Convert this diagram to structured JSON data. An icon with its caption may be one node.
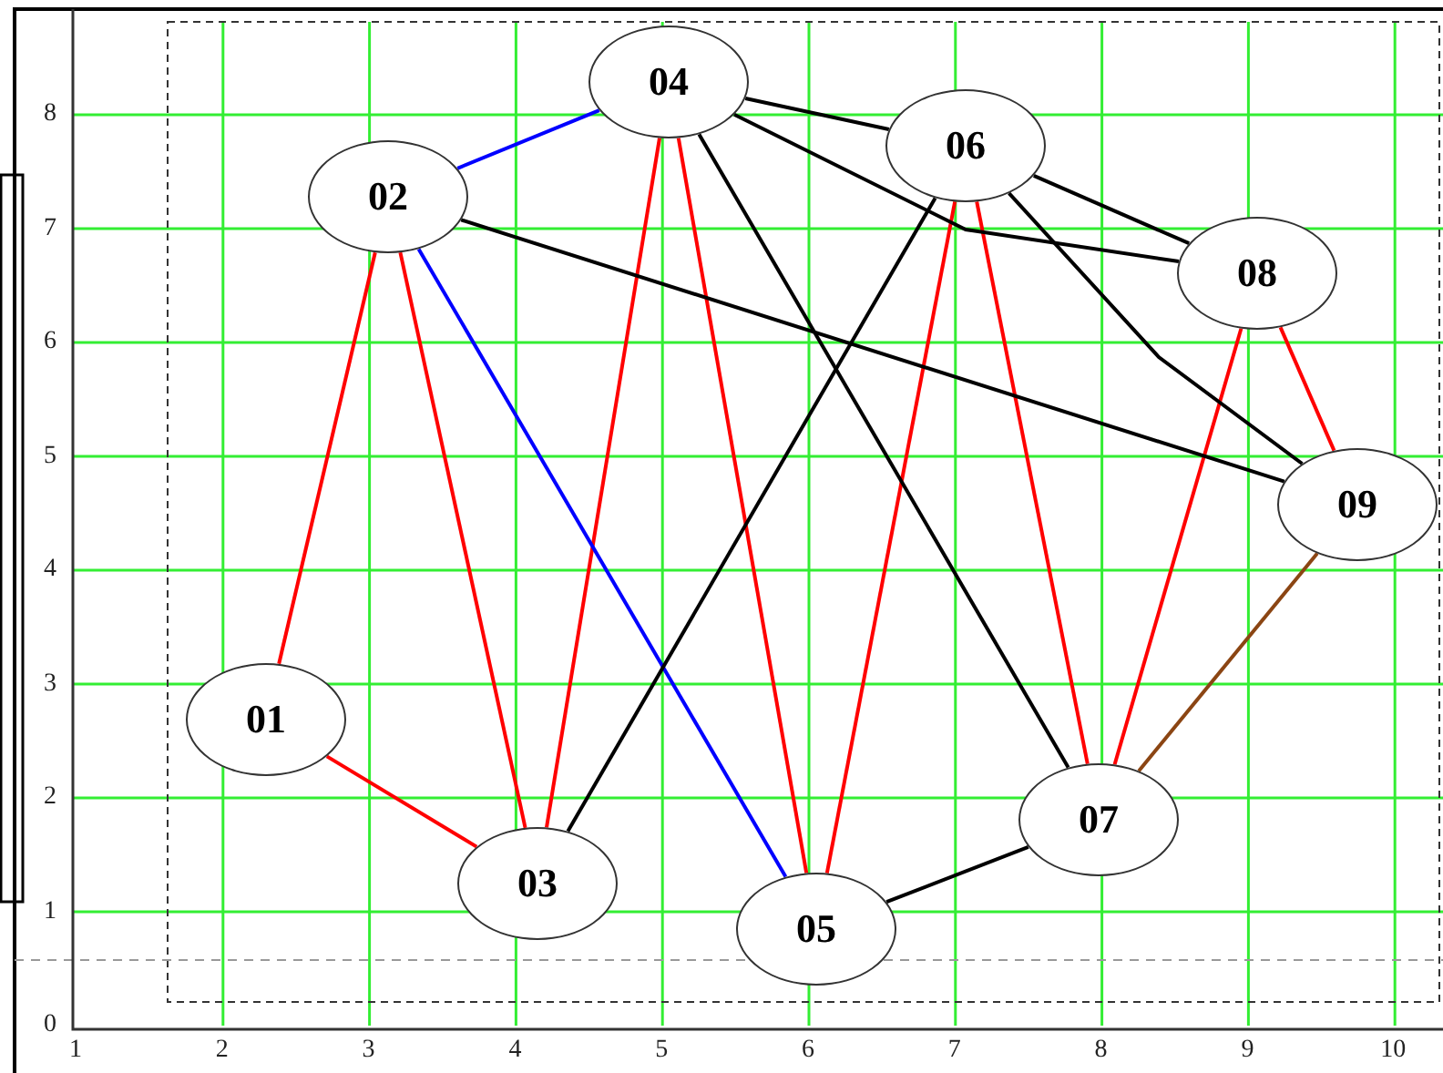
{
  "diagram": {
    "nodes": [
      {
        "text": [
          "01"
        ]
      },
      {
        "text": [
          "02"
        ]
      },
      {
        "text": [
          "03"
        ]
      },
      {
        "text": [
          "04"
        ]
      },
      {
        "text": [
          "05"
        ]
      },
      {
        "text": [
          "06"
        ]
      },
      {
        "text": [
          "07"
        ]
      },
      {
        "text": [
          "08"
        ]
      },
      {
        "text": [
          "09"
        ]
      }
    ],
    "edges": [
      {
        "from": 0,
        "to": 1,
        "arrow": "none"
      },
      {
        "from": 0,
        "to": 2,
        "arrow": "none"
      },
      {
        "from": 1,
        "to": 2,
        "arrow": "none"
      },
      {
        "from": 2,
        "to": 3,
        "arrow": "none"
      },
      {
        "from": 3,
        "to": 4,
        "arrow": "none"
      },
      {
        "from": 4,
        "to": 5,
        "arrow": "none"
      },
      {
        "from": 5,
        "to": 6,
        "arrow": "none"
      },
      {
        "from": 6,
        "to": 7,
        "arrow": "none"
      },
      {
        "from": 7,
        "to": 8,
        "arrow": "none"
      },
      {
        "from": 1,
        "to": 3,
        "arrow": "none",
        "color": "#0000ff"
      },
      {
        "from": 1,
        "to": 4,
        "arrow": "none",
        "color": "#0000ff"
      },
      {
        "from": 1,
        "to": 8,
        "arrow": "none",
        "color": "#000000"
      },
      {
        "from": 3,
        "to": 5,
        "arrow": "none",
        "color": "#000000"
      },
      {
        "from": 3,
        "to": 7,
        "arrow": "none",
        "color": "#000000"
      },
      {
        "from": 3,
        "to": 6,
        "arrow": "none",
        "color": "#000000"
      },
      {
        "from": 2,
        "to": 5,
        "arrow": "none",
        "color": "#000000"
      },
      {
        "from": 5,
        "to": 7,
        "arrow": "none",
        "color": "#000000"
      },
      {
        "from": 5,
        "to": 8,
        "arrow": "none",
        "color": "#000000"
      },
      {
        "from": 4,
        "to": 6,
        "arrow": "none",
        "color": "#000000"
      },
      {
        "from": 6,
        "to": 8,
        "arrow": "none",
        "color": "#8b4513"
      }
    ],
    "labels": [
      "0",
      "1",
      "2",
      "3",
      "4",
      "5",
      "6",
      "7",
      "8",
      "1",
      "2",
      "3",
      "4",
      "5",
      "6",
      "7",
      "8",
      "9",
      "10"
    ]
  }
}
